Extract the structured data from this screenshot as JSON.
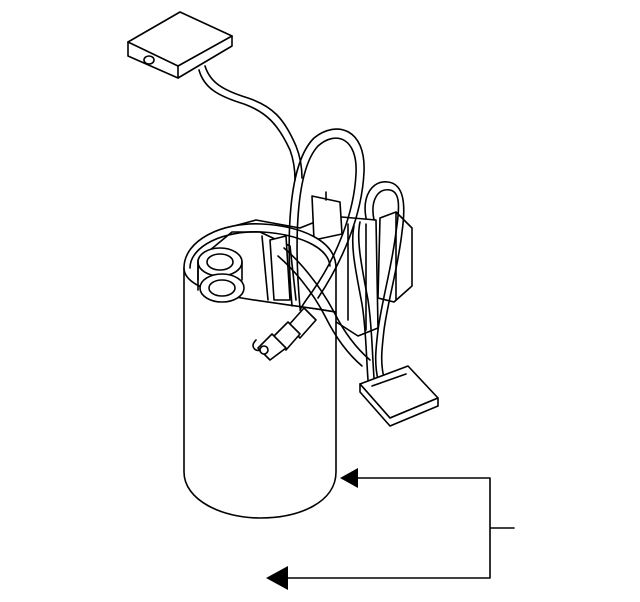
{
  "diagram": {
    "label": "",
    "parts": [
      {
        "id": "float-sender",
        "icon": "float-icon"
      },
      {
        "id": "sender-wire",
        "icon": "wire-icon"
      },
      {
        "id": "pump-housing",
        "icon": "cylinder-icon"
      },
      {
        "id": "pump-outlets",
        "icon": "outlet-icon"
      },
      {
        "id": "fuel-hose",
        "icon": "hose-icon"
      },
      {
        "id": "wire-harness",
        "icon": "harness-icon"
      },
      {
        "id": "electrical-connector",
        "icon": "connector-icon"
      },
      {
        "id": "callout-arrow-upper",
        "icon": "arrow-left-icon"
      },
      {
        "id": "callout-arrow-lower",
        "icon": "arrow-left-icon"
      }
    ],
    "colors": {
      "line": "#000000",
      "background": "#ffffff"
    }
  }
}
